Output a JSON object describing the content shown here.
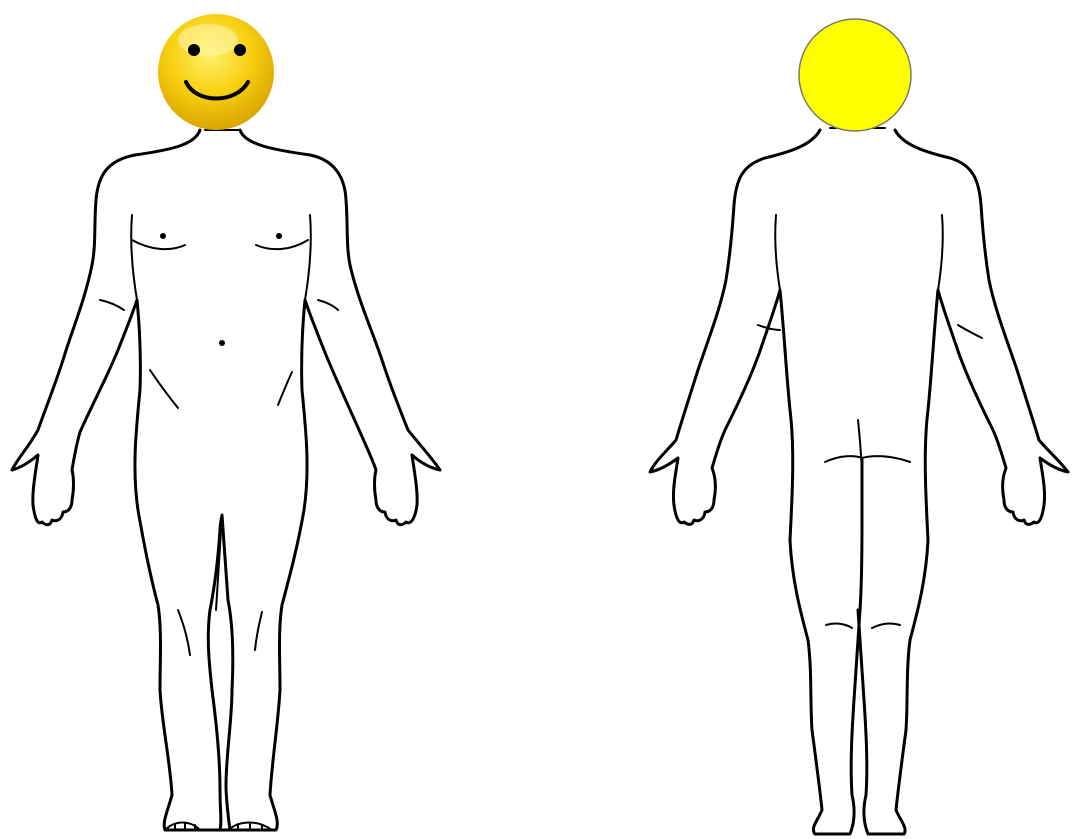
{
  "figures": [
    {
      "id": "front",
      "head": "smiley-face",
      "head_color": "#f5c800"
    },
    {
      "id": "back",
      "head": "plain-circle",
      "head_color": "#ffff00"
    }
  ],
  "colors": {
    "outline": "#000000",
    "background": "#ffffff",
    "smiley_fill": "#f5c800",
    "smiley_highlight": "#ffe866",
    "back_head_fill": "#ffff00",
    "back_head_stroke": "#7a7a6a"
  }
}
